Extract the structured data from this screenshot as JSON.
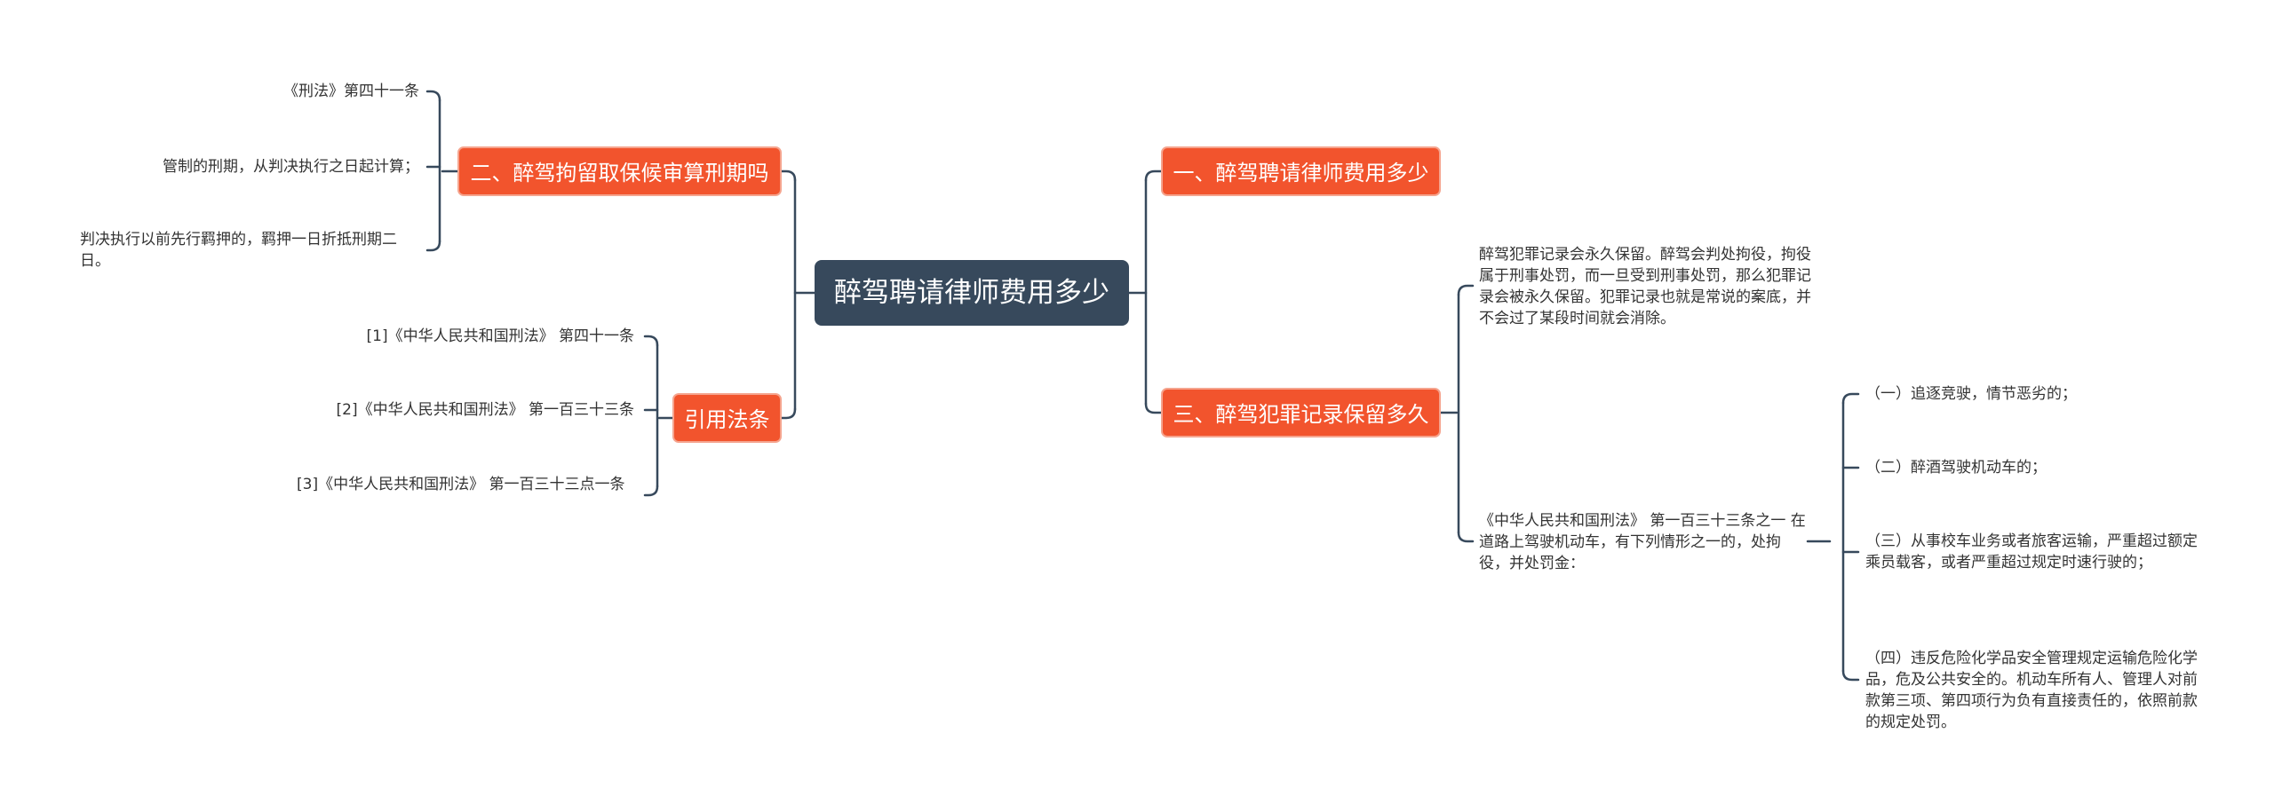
{
  "root": {
    "label": "醉驾聘请律师费用多少"
  },
  "left": [
    {
      "label": "二、醉驾拘留取保候审算刑期吗",
      "children": [
        "《刑法》第四十一条",
        "管制的刑期，从判决执行之日起计算；",
        "判决执行以前先行羁押的，羁押一日折抵刑期二日。"
      ]
    },
    {
      "label": "引用法条",
      "children": [
        "[1]《中华人民共和国刑法》 第四十一条",
        "[2]《中华人民共和国刑法》 第一百三十三条",
        "[3]《中华人民共和国刑法》 第一百三十三点一条"
      ]
    }
  ],
  "right": [
    {
      "label": "一、醉驾聘请律师费用多少",
      "children": []
    },
    {
      "label": "三、醉驾犯罪记录保留多久",
      "children": [
        "醉驾犯罪记录会永久保留。醉驾会判处拘役，拘役属于刑事处罚，而一旦受到刑事处罚，那么犯罪记录会被永久保留。犯罪记录也就是常说的案底，并不会过了某段时间就会消除。",
        "《中华人民共和国刑法》 第一百三十三条之一 在道路上驾驶机动车，有下列情形之一的，处拘役，并处罚金："
      ],
      "grandchildren": [
        "（一）追逐竞驶，情节恶劣的；",
        "（二）醉酒驾驶机动车的；",
        "（三）从事校车业务或者旅客运输，严重超过额定乘员载客，或者严重超过规定时速行驶的；",
        "（四）违反危险化学品安全管理规定运输危险化学品，危及公共安全的。机动车所有人、管理人对前款第三项、第四项行为负有直接责任的，依照前款的规定处罚。"
      ]
    }
  ],
  "colors": {
    "root": "#37495c",
    "branch": "#f2542d",
    "line": "#37495c",
    "text": "#333333"
  }
}
